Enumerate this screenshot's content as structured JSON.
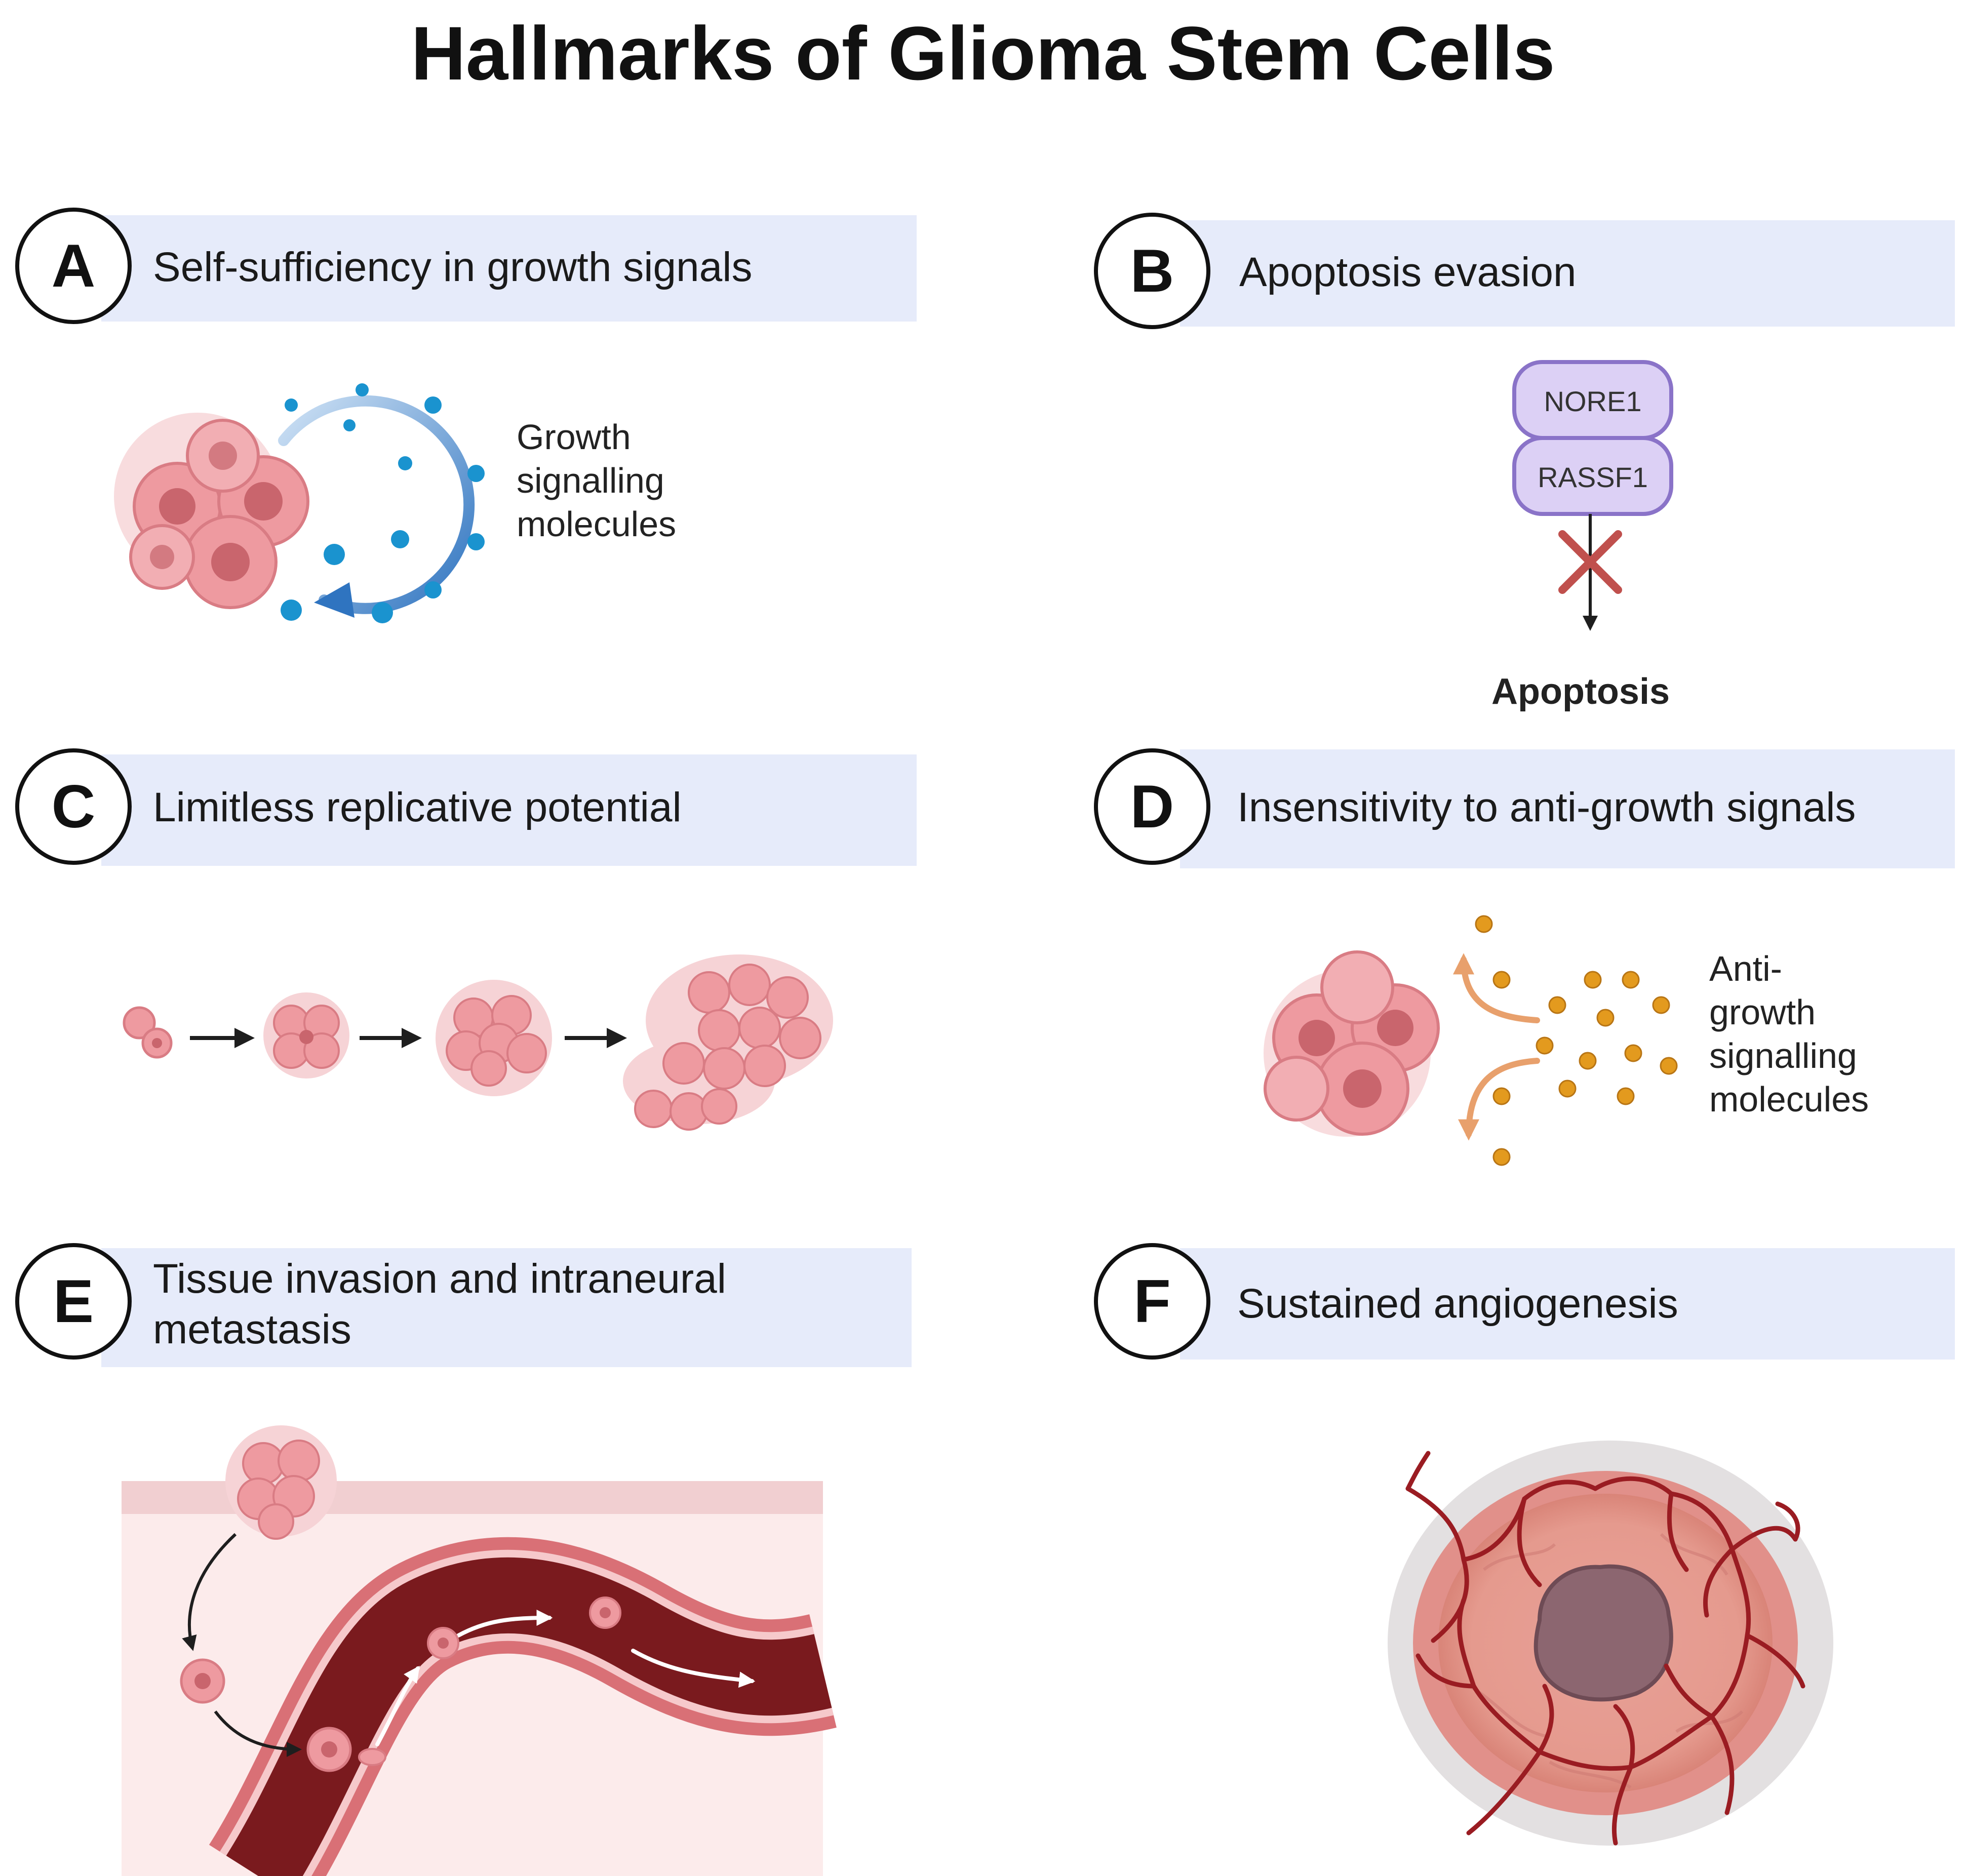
{
  "title": "Hallmarks of Glioma Stem Cells",
  "panels": [
    {
      "letter": "A",
      "title": "Self-sufficiency in growth signals",
      "label_lines": [
        "Growth",
        "signalling",
        "molecules"
      ]
    },
    {
      "letter": "B",
      "title": "Apoptosis evasion",
      "proteins": [
        "NORE1",
        "RASSF1"
      ],
      "outcome": "Apoptosis"
    },
    {
      "letter": "C",
      "title": "Limitless replicative potential"
    },
    {
      "letter": "D",
      "title": "Insensitivity to anti-growth signals",
      "label_lines": [
        "Anti-",
        "growth",
        "signalling",
        "molecules"
      ]
    },
    {
      "letter": "E",
      "title_lines": [
        "Tissue invasion and intraneural",
        "metastasis"
      ]
    },
    {
      "letter": "F",
      "title": "Sustained angiogenesis"
    }
  ],
  "colors": {
    "band": "#e6ebfa",
    "cell_fill": "#ee9aa0",
    "cell_nucleus": "#c9656d",
    "growth_molecule": "#1a93cf",
    "anti_growth_molecule": "#e39a1e",
    "arrow_blue": "#2f74c0",
    "inhibit_x": "#c0504d",
    "protein_fill": "#dcd0f5",
    "protein_stroke": "#8a73c8",
    "vessel": "#7a1a1e",
    "tumor_core": "#8c6670"
  }
}
